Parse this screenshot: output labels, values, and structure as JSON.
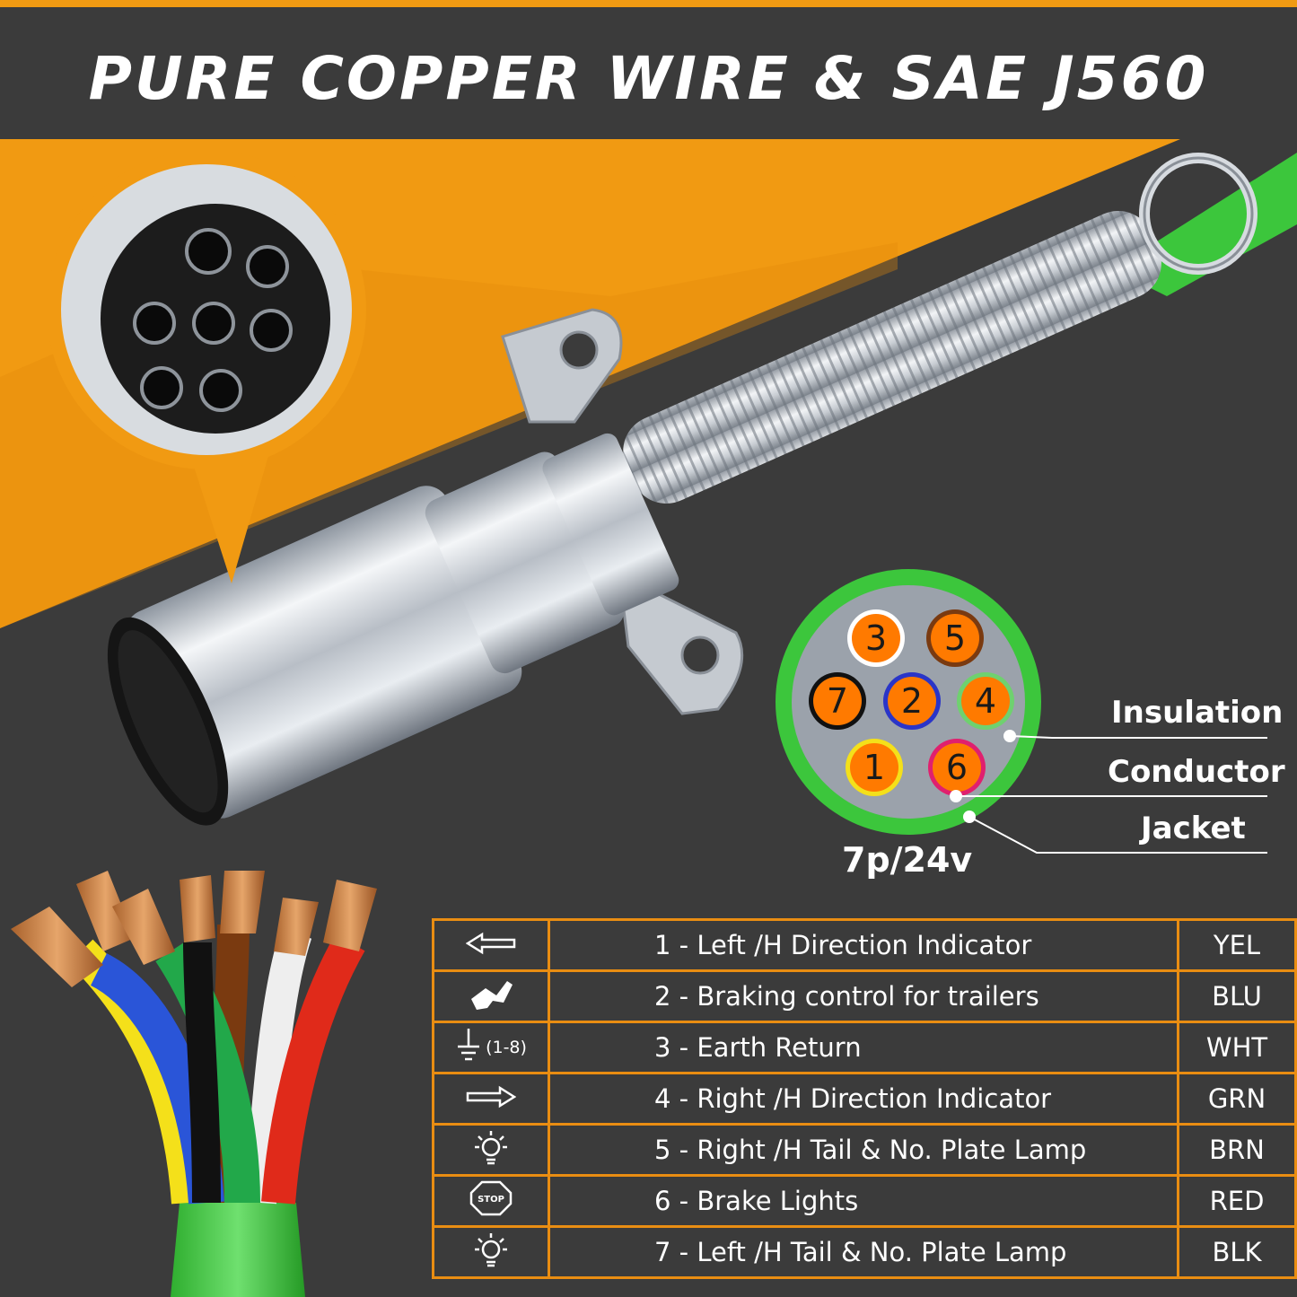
{
  "title": "PURE COPPER WIRE & SAE J560 PLUG",
  "cross_section": {
    "pins": [
      {
        "number": "3",
        "ring": "#ffffff"
      },
      {
        "number": "5",
        "ring": "#7a3a10"
      },
      {
        "number": "7",
        "ring": "#111111"
      },
      {
        "number": "2",
        "ring": "#2a35c8"
      },
      {
        "number": "4",
        "ring": "#6fd16f"
      },
      {
        "number": "1",
        "ring": "#f4e01a"
      },
      {
        "number": "6",
        "ring": "#e0206e"
      }
    ],
    "rating": "7p/24v",
    "labels": {
      "insulation": "Insulation",
      "conductor": "Conductor",
      "jacket": "Jacket"
    }
  },
  "pin_table": [
    {
      "icon": "left-arrow-icon",
      "note": "",
      "function": "1 - Left /H Direction Indicator",
      "color_code": "YEL"
    },
    {
      "icon": "brake-pedal-icon",
      "note": "",
      "function": "2 - Braking control for trailers",
      "color_code": "BLU"
    },
    {
      "icon": "ground-icon",
      "note": "(1-8)",
      "function": "3 - Earth Return",
      "color_code": "WHT"
    },
    {
      "icon": "right-arrow-icon",
      "note": "",
      "function": "4 - Right /H Direction Indicator",
      "color_code": "GRN"
    },
    {
      "icon": "lamp-icon",
      "note": "",
      "function": "5 - Right /H Tail & No. Plate Lamp",
      "color_code": "BRN"
    },
    {
      "icon": "stop-sign-icon",
      "note": "",
      "stop_text": "STOP",
      "function": "6 - Brake Lights",
      "color_code": "RED"
    },
    {
      "icon": "lamp-icon",
      "note": "",
      "function": "7 - Left /H Tail & No. Plate Lamp",
      "color_code": "BLK"
    }
  ],
  "colors": {
    "accent_orange": "#f19a12",
    "background": "#3b3b3b",
    "cable_green": "#3cc63c",
    "pin_orange": "#ff7a00"
  }
}
